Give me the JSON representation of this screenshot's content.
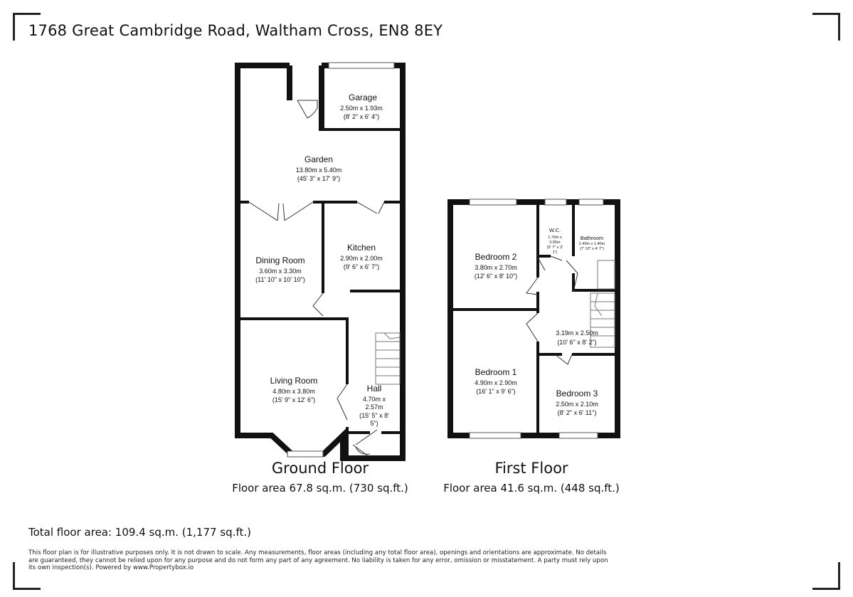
{
  "address": "1768 Great Cambridge Road, Waltham Cross, EN8 8EY",
  "ground_floor": {
    "title": "Ground Floor",
    "area": "Floor area 67.8 sq.m. (730 sq.ft.)",
    "rooms": {
      "garage": {
        "name": "Garage",
        "metric": "2.50m x 1.93m",
        "imperial": "(8' 2\" x 6' 4\")"
      },
      "garden": {
        "name": "Garden",
        "metric": "13.80m x 5.40m",
        "imperial": "(45' 3\" x 17' 9\")"
      },
      "dining": {
        "name": "Dining Room",
        "metric": "3.60m x 3.30m",
        "imperial": "(11' 10\" x 10' 10\")"
      },
      "kitchen": {
        "name": "Kitchen",
        "metric": "2.90m x 2.00m",
        "imperial": "(9' 6\" x 6' 7\")"
      },
      "living": {
        "name": "Living Room",
        "metric": "4.80m x 3.80m",
        "imperial": "(15' 9\" x 12' 6\")"
      },
      "hall": {
        "name": "Hall",
        "metric1": "4.70m x",
        "metric2": "2.57m",
        "imperial1": "(15' 5\" x 8'",
        "imperial2": "5\")"
      }
    }
  },
  "first_floor": {
    "title": "First Floor",
    "area": "Floor area 41.6 sq.m. (448 sq.ft.)",
    "rooms": {
      "bedroom2": {
        "name": "Bedroom 2",
        "metric": "3.80m x 2.70m",
        "imperial": "(12' 6\" x 8' 10\")"
      },
      "wc": {
        "name": "W.C.",
        "metric1": "1.70m x",
        "metric2": "0.95m",
        "imperial1": "(5' 7\" x 3'",
        "imperial2": "1\")"
      },
      "bathroom": {
        "name": "Bathroom",
        "metric": "2.40m x 1.40m",
        "imperial": "(7' 10\" x 4' 7\")"
      },
      "landing": {
        "metric": "3.19m x 2.50m",
        "imperial": "(10' 6\" x 8' 2\")"
      },
      "bedroom1": {
        "name": "Bedroom 1",
        "metric": "4.90m x 2.90m",
        "imperial": "(16' 1\" x 9' 6\")"
      },
      "bedroom3": {
        "name": "Bedroom 3",
        "metric": "2.50m x 2.10m",
        "imperial": "(8' 2\" x 6' 11\")"
      }
    }
  },
  "total": "Total floor area: 109.4 sq.m. (1,177 sq.ft.)",
  "disclaimer": "This floor plan is for illustrative purposes only. It is not drawn to scale. Any measurements, floor areas (including any total floor area), openings and orientations are approximate. No details are guaranteed, they cannot be relied upon for any purpose and do not form any part of any agreement. No liability is taken for any error, omission or misstatement. A party must rely upon its own inspection(s). Powered by www.Propertybox.io"
}
